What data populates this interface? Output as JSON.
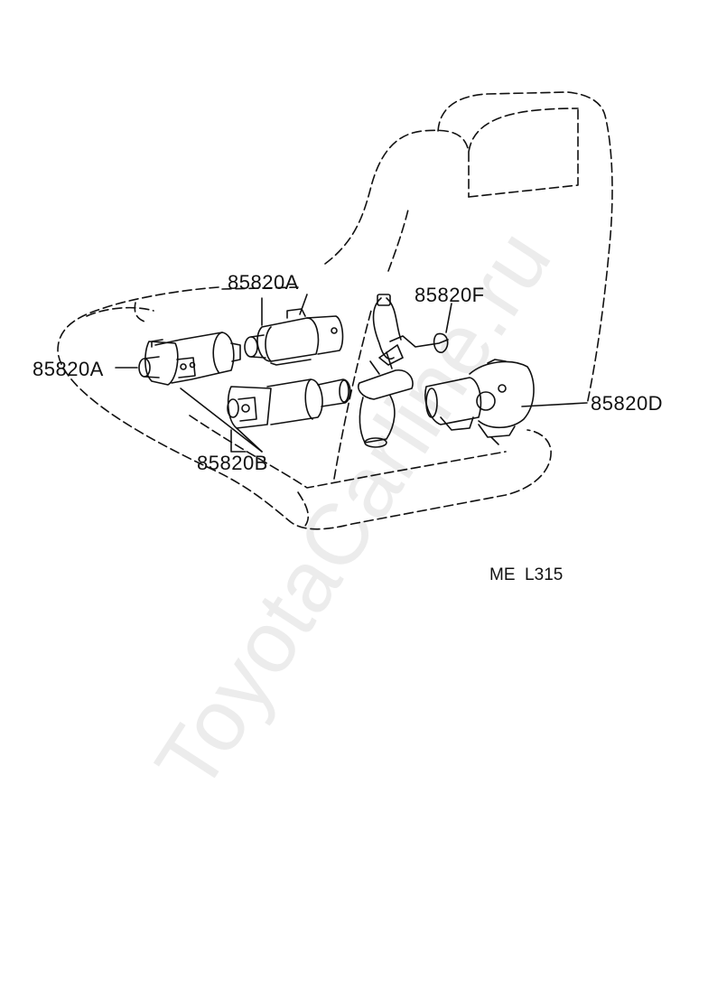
{
  "watermark": "ToyotaCarline.ru",
  "labels": {
    "a_top": "85820A",
    "a_left": "85820A",
    "b": "85820B",
    "f": "85820F",
    "d": "85820D"
  },
  "figure_code": "ME  L315",
  "line_color": "#111111"
}
